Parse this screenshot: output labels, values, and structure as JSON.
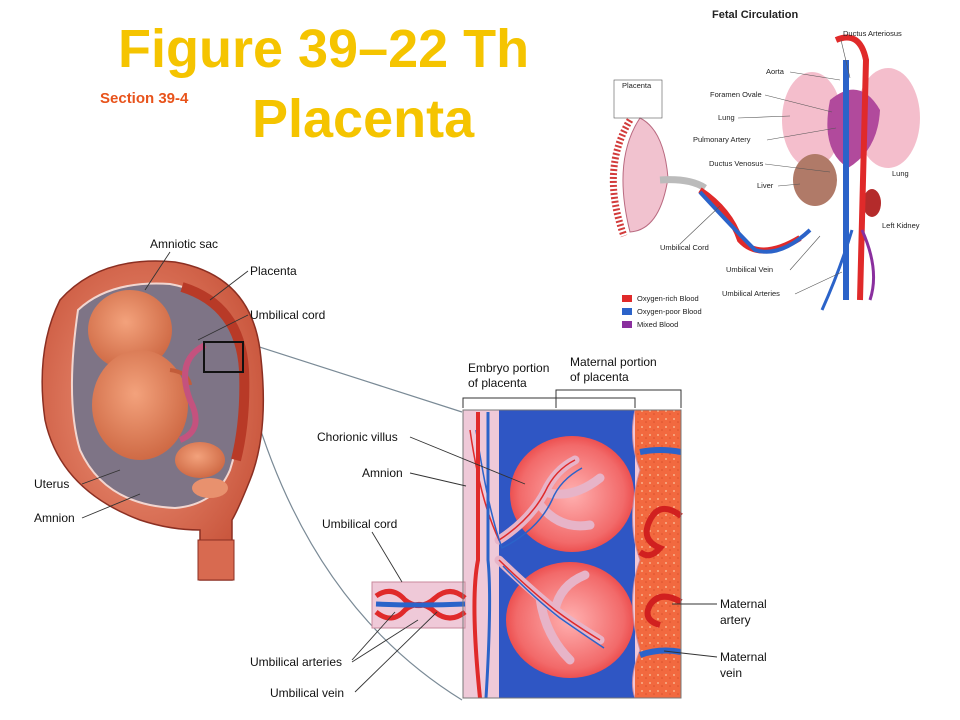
{
  "header": {
    "title_line1": "Figure 39–22 Th",
    "title_line2": "Placenta",
    "section": "Section 39-4"
  },
  "fetal_circulation": {
    "title": "Fetal Circulation",
    "labels": {
      "placenta": "Placenta",
      "ductus_arteriosus": "Ductus Arteriosus",
      "aorta": "Aorta",
      "foramen_ovale": "Foramen Ovale",
      "lung_left": "Lung",
      "pulmonary_artery": "Pulmonary Artery",
      "ductus_venosus": "Ductus Venosus",
      "liver": "Liver",
      "lung_right": "Lung",
      "left_kidney": "Left Kidney",
      "umbilical_cord": "Umbilical Cord",
      "umbilical_vein": "Umbilical Vein",
      "umbilical_arteries": "Umbilical Arteries"
    },
    "legend": [
      {
        "label": "Oxygen-rich Blood",
        "color": "#e02a2a"
      },
      {
        "label": "Oxygen-poor Blood",
        "color": "#2b63c9"
      },
      {
        "label": "Mixed Blood",
        "color": "#8a2f9e"
      }
    ]
  },
  "uterus_diagram": {
    "labels": {
      "amniotic_sac": "Amniotic sac",
      "placenta": "Placenta",
      "umbilical_cord": "Umbilical cord",
      "uterus": "Uterus",
      "amnion": "Amnion"
    }
  },
  "placenta_detail": {
    "labels": {
      "embryo_portion_1": "Embryo portion",
      "embryo_portion_2": "of placenta",
      "maternal_portion_1": "Maternal portion",
      "maternal_portion_2": "of placenta",
      "chorionic_villus": "Chorionic villus",
      "amnion": "Amnion",
      "umbilical_cord": "Umbilical cord",
      "umbilical_arteries": "Umbilical arteries",
      "umbilical_vein": "Umbilical vein",
      "maternal_artery_1": "Maternal",
      "maternal_artery_2": "artery",
      "maternal_vein_1": "Maternal",
      "maternal_vein_2": "vein"
    }
  },
  "colors": {
    "title": "#f5c400",
    "section": "#e8531b",
    "tissue": "#e8836a",
    "blood_red": "#e02a2a",
    "blood_blue": "#2b63c9"
  }
}
